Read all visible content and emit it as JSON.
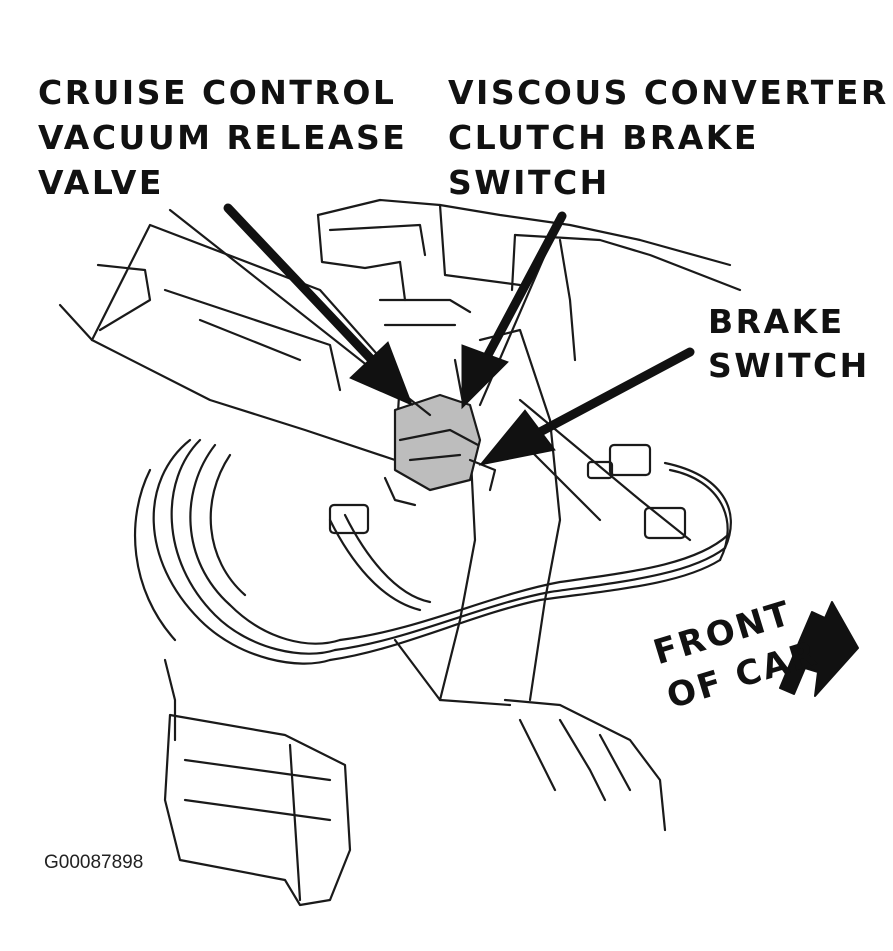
{
  "callouts": {
    "cruise_control_valve": [
      "CRUISE CONTROL",
      "VACUUM RELEASE",
      "VALVE"
    ],
    "viscous_converter_switch": [
      "VISCOUS CONVERTER",
      "CLUTCH BRAKE",
      "SWITCH"
    ],
    "brake_switch": [
      "BRAKE",
      "SWITCH"
    ],
    "front_of_car": [
      "FRONT",
      "OF CAR"
    ]
  },
  "figure_id": "G00087898",
  "colors": {
    "ink": "#111111",
    "paper": "#ffffff",
    "shade": "#bdbdbd"
  },
  "icons": {
    "direction": "front-arrow-icon"
  }
}
